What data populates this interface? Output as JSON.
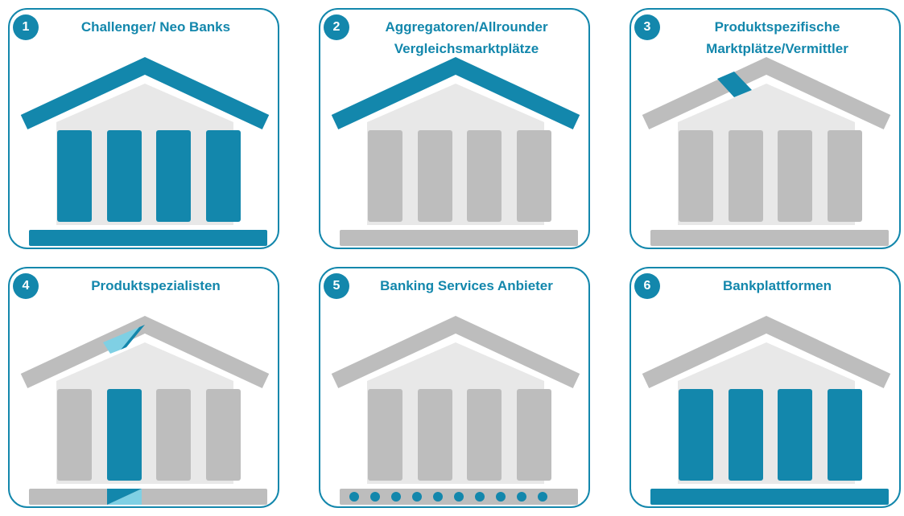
{
  "colors": {
    "accent": "#1387ac",
    "light_accent": "#7fd0e4",
    "gray": "#bdbdbd",
    "light_gray": "#e8e8e8"
  },
  "cards": [
    {
      "number": "1",
      "title_lines": [
        "Challenger/ Neo Banks"
      ],
      "variant": "full-blue"
    },
    {
      "number": "2",
      "title_lines": [
        "Aggregatoren/Allrounder",
        "Vergleichsmarktplätze"
      ],
      "variant": "roof-blue"
    },
    {
      "number": "3",
      "title_lines": [
        "Produktspezifische",
        "Marktplätze/Vermittler"
      ],
      "variant": "roof-segment"
    },
    {
      "number": "4",
      "title_lines": [
        "Produktspezialisten"
      ],
      "variant": "single-column"
    },
    {
      "number": "5",
      "title_lines": [
        "Banking Services Anbieter"
      ],
      "variant": "base-dots"
    },
    {
      "number": "6",
      "title_lines": [
        "Bankplattformen"
      ],
      "variant": "columns-base"
    }
  ]
}
